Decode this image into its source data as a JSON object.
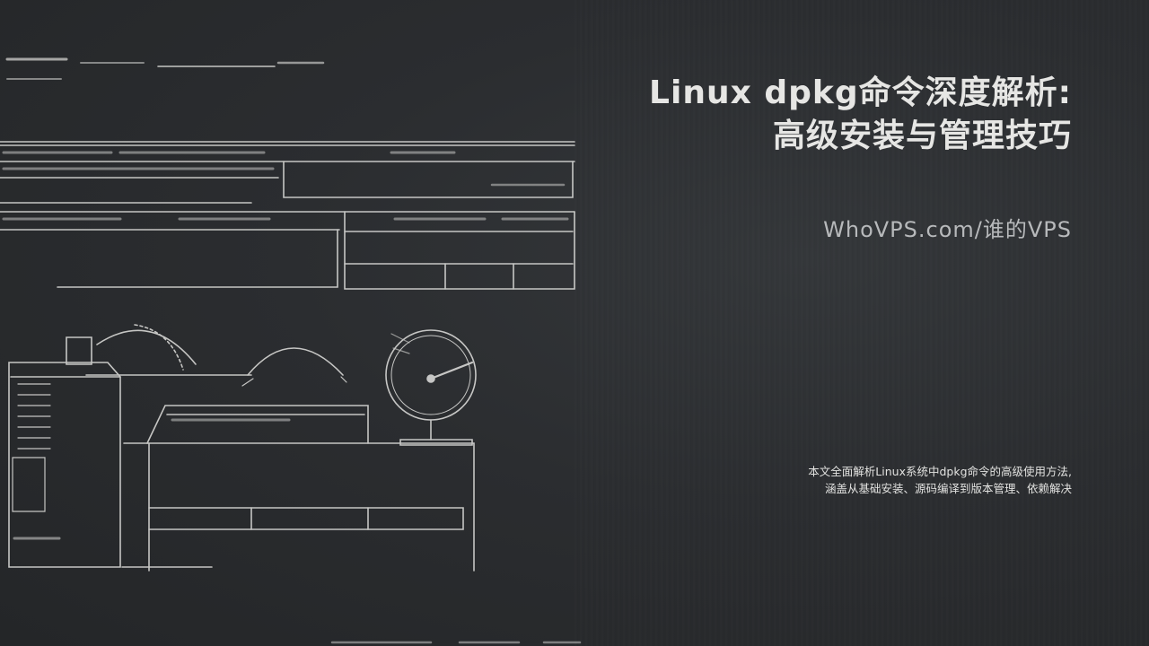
{
  "title": {
    "line1": "Linux dpkg命令深度解析:",
    "line2": "高级安装与管理技巧"
  },
  "site": "WhoVPS.com/谁的VPS",
  "description": {
    "line1": "本文全面解析Linux系统中dpkg命令的高级使用方法,",
    "line2": "涵盖从基础安装、源码编译到版本管理、依赖解决"
  },
  "colors": {
    "background": "#2a2c2e",
    "title": "#e6e6e4",
    "site": "#b7b9bb",
    "sketch_line": "#d9d9d6"
  },
  "illustration": "chalk-sketch-of-computer-hardware"
}
